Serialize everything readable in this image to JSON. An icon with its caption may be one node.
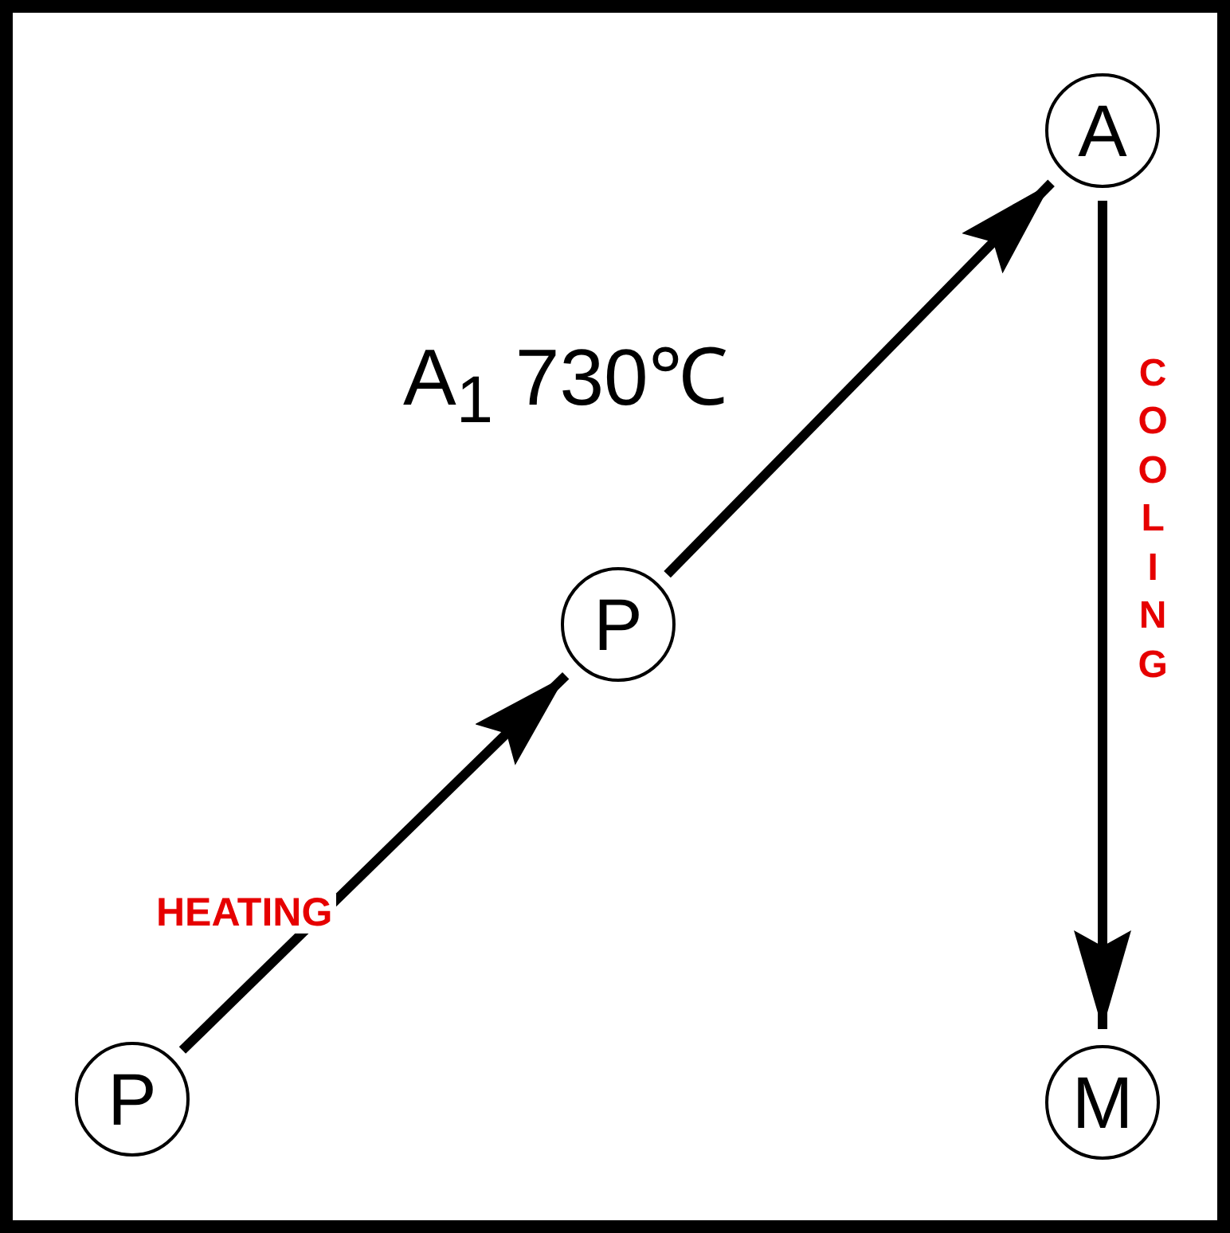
{
  "diagram": {
    "nodes": [
      {
        "text": [
          "P"
        ]
      },
      {
        "text": [
          "P"
        ]
      },
      {
        "text": [
          "A"
        ]
      },
      {
        "text": [
          "M"
        ]
      }
    ],
    "edges": [
      {
        "from": 0,
        "to": 1,
        "arrow": "to"
      },
      {
        "from": 1,
        "to": 2,
        "arrow": "to"
      },
      {
        "from": 2,
        "to": 3,
        "arrow": "to"
      }
    ],
    "labels": [
      "A$_{1}$ 730℃",
      "HEATING",
      "COOLING"
    ]
  }
}
